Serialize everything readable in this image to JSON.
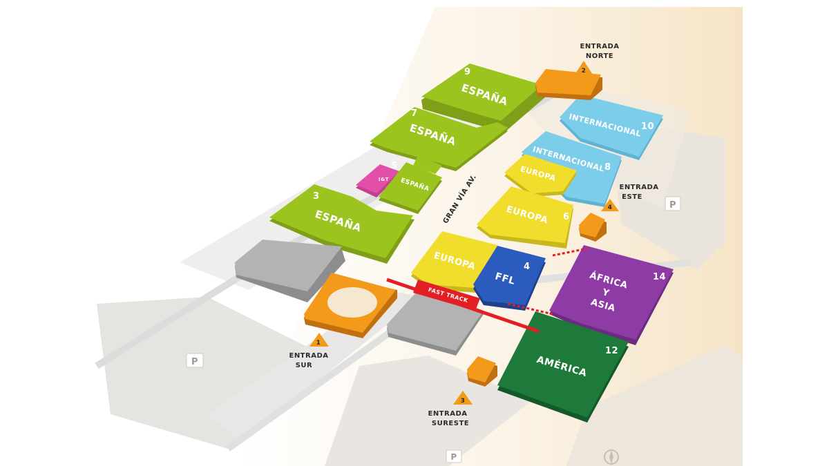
{
  "map": {
    "halls": [
      {
        "number": "9",
        "name": "ESPAÑA",
        "color": "#9bc41f"
      },
      {
        "number": "7",
        "name": "ESPAÑA",
        "color": "#9bc41f"
      },
      {
        "number": "5",
        "name": "ESPAÑA",
        "sub_label": "I&T",
        "color": "#9bc41f",
        "accent": "#e24fa8"
      },
      {
        "number": "3",
        "name": "ESPAÑA",
        "color": "#9bc41f"
      },
      {
        "number": "10",
        "name": "INTERNACIONAL",
        "color": "#7ccdea"
      },
      {
        "number": "8",
        "name": "INTERNACIONAL",
        "color": "#7ccdea"
      },
      {
        "number": "",
        "name": "EUROPA",
        "color": "#f0dd2c"
      },
      {
        "number": "6",
        "name": "EUROPA",
        "color": "#f0dd2c"
      },
      {
        "number": "",
        "name": "EUROPA",
        "color": "#f0dd2c"
      },
      {
        "number": "4",
        "name": "FFL",
        "color": "#2a5bbd"
      },
      {
        "number": "14",
        "name": "ÁFRICA Y ASIA",
        "name_lines": [
          "ÁFRICA",
          "Y",
          "ASIA"
        ],
        "color": "#8e3ba6"
      },
      {
        "number": "12",
        "name": "AMÉRICA",
        "color": "#1e7a3a"
      }
    ],
    "entrances": [
      {
        "number": "1",
        "lines": [
          "ENTRADA",
          "SUR"
        ]
      },
      {
        "number": "2",
        "lines": [
          "ENTRADA",
          "NORTE"
        ]
      },
      {
        "number": "3",
        "lines": [
          "ENTRADA",
          "SURESTE"
        ]
      },
      {
        "number": "4",
        "lines": [
          "ENTRADA",
          "ESTE"
        ]
      }
    ],
    "street_label": "GRAN VÍA AV.",
    "fast_track_label": "FAST TRACK",
    "parking": [
      "P",
      "P",
      "P"
    ],
    "colors": {
      "entrance": "#f39a1b",
      "grey_building": "#a9a9a9",
      "ground": "#e6e3de",
      "fast_track": "#e31e24"
    }
  }
}
